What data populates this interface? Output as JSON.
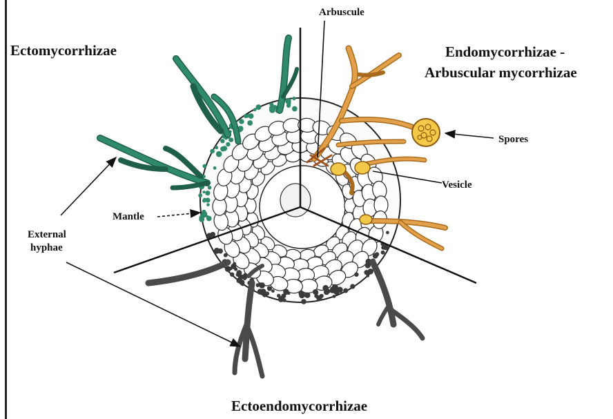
{
  "title": "",
  "labels": {
    "ecto": "Ectomycorrhizae",
    "endo_line1": "Endomycorrhizae -",
    "endo_line2": "Arbuscular mycorrhizae",
    "ectoendo": "Ectoendomycorrhizae",
    "arbuscule": "Arbuscule",
    "spores": "Spores",
    "vesicle": "Vesicle",
    "mantle": "Mantle",
    "external_line1": "External",
    "external_line2": "hyphae"
  },
  "colors": {
    "ecto_green": "#2e8a6a",
    "ecto_green_dark": "#1f5f49",
    "endo_orange": "#e2a04a",
    "endo_yellow": "#f3c94a",
    "ectoendo_gray": "#4a4a4a",
    "cell_outline": "#2b2b2b",
    "line": "#111111"
  }
}
